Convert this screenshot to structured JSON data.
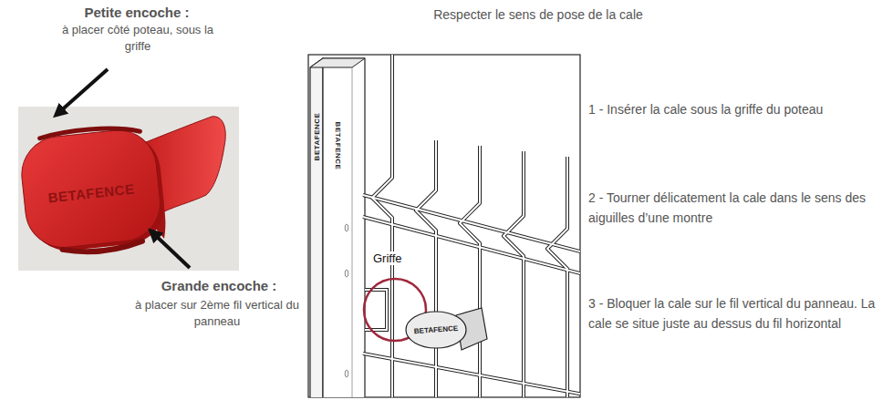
{
  "diagram": {
    "title": "Respecter le sens de pose de la cale",
    "labels": [
      "Petite encoche :",
      "à placer côté poteau, sous la griffe",
      "BETAFENCE",
      "Grande encoche :",
      "à placer sur 2ème fil vertical du panneau",
      "BETAFENCE",
      "BETAFENCE",
      "Griffe",
      "BETAFENCE",
      "1 - Insérer la cale sous la griffe du poteau",
      "2 - Tourner délicatement la cale dans le sens des aiguilles d’une montre",
      "3 - Bloquer la cale sur le fil vertical du panneau. La cale se situe juste au dessus du fil horizontal"
    ]
  }
}
